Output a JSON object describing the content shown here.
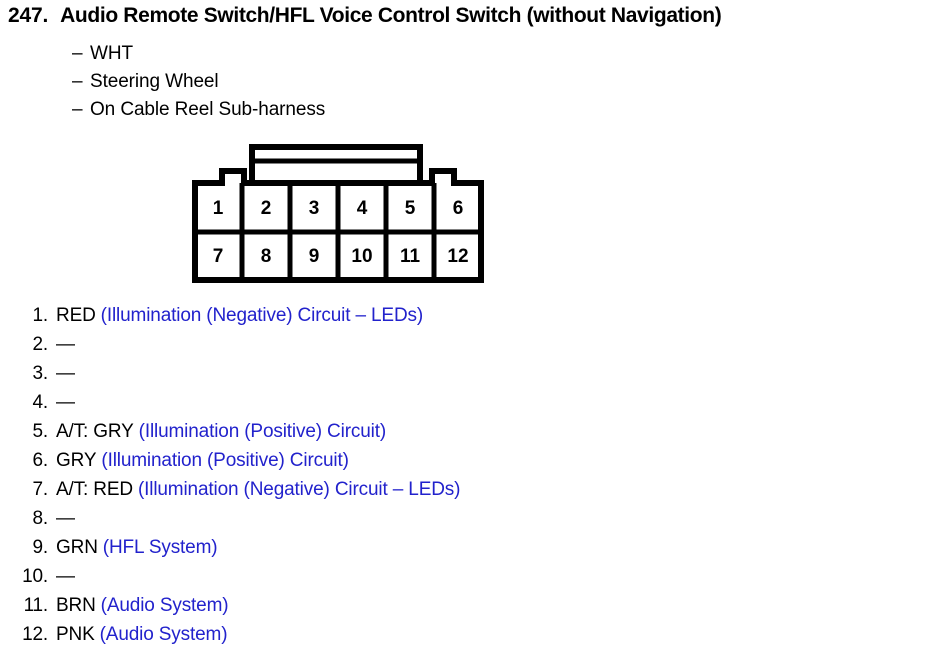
{
  "heading": {
    "number": "247.",
    "title": "Audio Remote Switch/HFL Voice Control Switch (without Navigation)"
  },
  "subtitles": [
    {
      "dash": "–",
      "text": "WHT"
    },
    {
      "dash": "–",
      "text": "Steering Wheel"
    },
    {
      "dash": "–",
      "text": "On Cable Reel Sub-harness"
    }
  ],
  "connector": {
    "name": "12-pin-connector",
    "rows": [
      [
        "1",
        "2",
        "3",
        "4",
        "5",
        "6"
      ],
      [
        "7",
        "8",
        "9",
        "10",
        "11",
        "12"
      ]
    ],
    "outline_color": "#000000",
    "fill_color": "#ffffff"
  },
  "pins": [
    {
      "num": "1.",
      "wire": "RED",
      "desc": "(Illumination (Negative) Circuit – LEDs)"
    },
    {
      "num": "2.",
      "wire": "—",
      "desc": ""
    },
    {
      "num": "3.",
      "wire": "—",
      "desc": ""
    },
    {
      "num": "4.",
      "wire": "—",
      "desc": ""
    },
    {
      "num": "5.",
      "wire": "A/T: GRY",
      "desc": "(Illumination (Positive) Circuit)"
    },
    {
      "num": "6.",
      "wire": "GRY",
      "desc": "(Illumination (Positive) Circuit)"
    },
    {
      "num": "7.",
      "wire": "A/T: RED",
      "desc": "(Illumination (Negative) Circuit – LEDs)"
    },
    {
      "num": "8.",
      "wire": "—",
      "desc": ""
    },
    {
      "num": "9.",
      "wire": "GRN",
      "desc": "(HFL System)"
    },
    {
      "num": "10.",
      "wire": "—",
      "desc": ""
    },
    {
      "num": "11.",
      "wire": "BRN",
      "desc": "(Audio System)"
    },
    {
      "num": "12.",
      "wire": "PNK",
      "desc": "(Audio System)"
    }
  ],
  "colors": {
    "text": "#000000",
    "circuit_description": "#2222CC",
    "background": "#ffffff"
  }
}
